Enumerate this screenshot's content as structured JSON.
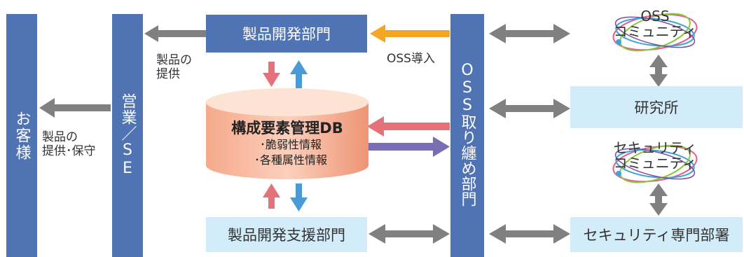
{
  "colors": {
    "dark_blue": "#4f73b3",
    "light_blue": "#d3ecf9",
    "gray_arrow": "#808080",
    "orange_arrow": "#f5a623",
    "red_arrow": "#e5717a",
    "blue_arrow": "#4b9ad8",
    "purple_arrow": "#7b6db3",
    "db_top": "#fde3d3",
    "db_body": "#f2a07e"
  },
  "customer": {
    "label": "お客様"
  },
  "sales": {
    "label": "営業／SE"
  },
  "oss_dept": {
    "label": "OSS取り纏め部門"
  },
  "product_dev": {
    "label": "製品開発部門"
  },
  "product_support": {
    "label": "製品開発支援部門"
  },
  "research": {
    "label": "研究所"
  },
  "security_dept": {
    "label": "セキュリティ専門部署"
  },
  "oss_community": {
    "line1": "OSS",
    "line2": "コミュニティ"
  },
  "security_community": {
    "line1": "セキュリティ",
    "line2": "コミュニティ"
  },
  "db": {
    "title": "構成要素管理DB",
    "item1": "･脆弱性情報",
    "item2": "･各種属性情報"
  },
  "labels": {
    "product_provide_line1": "製品の",
    "product_provide_line2": "提供",
    "provide_maintain_line1": "製品の",
    "provide_maintain_line2": "提供･保守",
    "oss_intro": "OSS導入"
  }
}
